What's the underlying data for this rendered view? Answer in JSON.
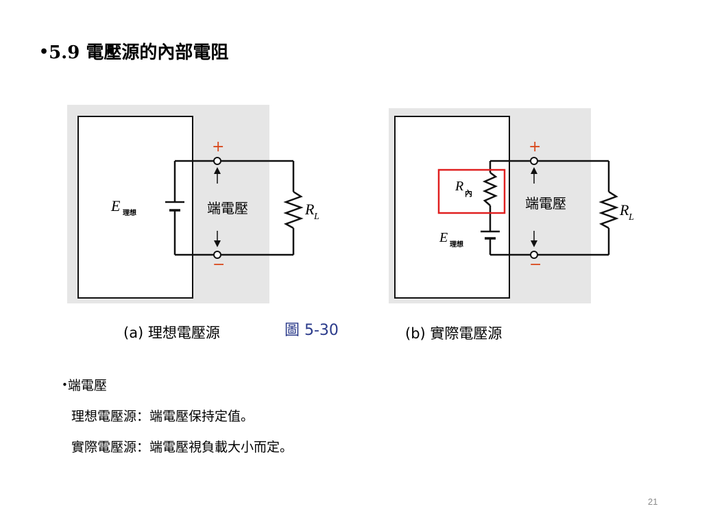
{
  "slide": {
    "bullet": "•",
    "title": "5.9 電壓源的內部電阻",
    "page_number": "21"
  },
  "figure": {
    "a": {
      "source_symbol": "E",
      "source_subscript": "理想",
      "plus": "+",
      "minus": "−",
      "terminal_label": "端電壓",
      "load_symbol": "R",
      "load_subscript": "L",
      "caption": "(a) 理想電壓源"
    },
    "figure_number": "圖 5-30",
    "b": {
      "internal_r_symbol": "R",
      "internal_r_subscript": "內",
      "source_symbol": "E",
      "source_subscript": "理想",
      "plus": "+",
      "minus": "−",
      "terminal_label": "端電壓",
      "load_symbol": "R",
      "load_subscript": "L",
      "caption": "(b) 實際電壓源"
    },
    "colors": {
      "panel_bg": "#e6e6e6",
      "wire": "#111111",
      "terminal_sign": "#d94a1e",
      "highlight_box": "#e02020",
      "figure_number": "#2a3a8a"
    }
  },
  "notes": {
    "bullet": "•",
    "heading": "端電壓",
    "line1": "理想電壓源：端電壓保持定值。",
    "line2": "實際電壓源：端電壓視負載大小而定。"
  }
}
